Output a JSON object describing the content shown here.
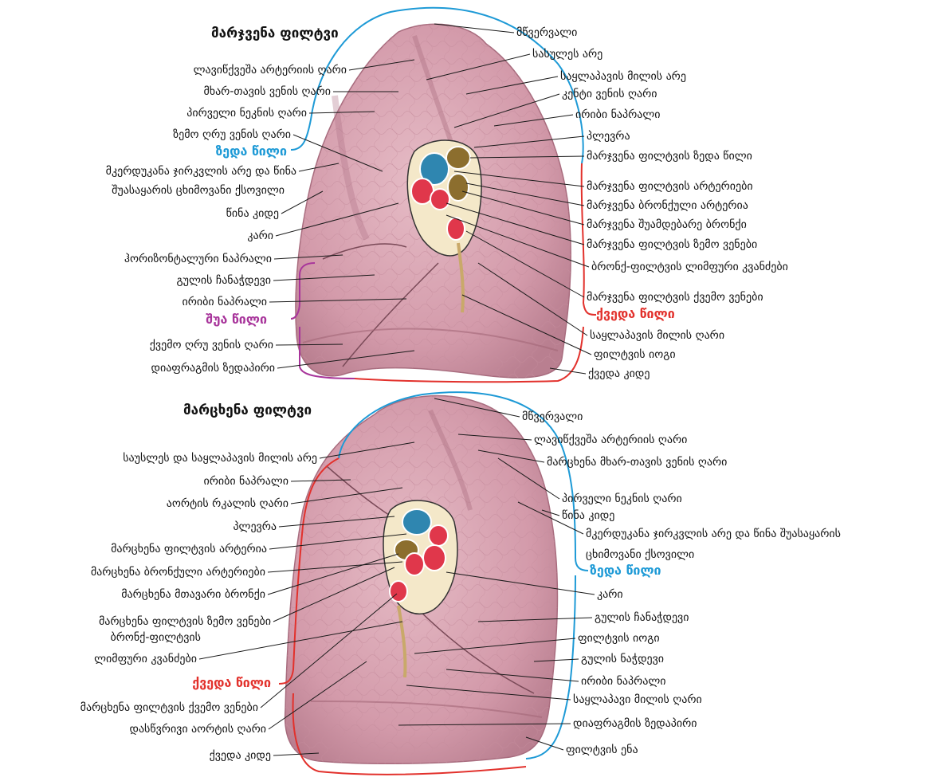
{
  "colors": {
    "lung_tissue": "#d8a5b2",
    "lung_shadow": "#b77a8c",
    "pleura": "#f3e7c8",
    "artery": "#e0374b",
    "vein": "#2f86b0",
    "bronchus": "#8c6e2e",
    "bracket_upper": "#1e9ad6",
    "bracket_lower": "#e2312c",
    "bracket_middle": "#a8359b"
  },
  "right_lung": {
    "title": "მარჯვენა ფილტვი",
    "left_labels": [
      "ლავიწქვეშა არტერიის ღარი",
      "მხარ-თავის ვენის ღარი",
      "პირველი ნეკნის ღარი",
      "ზემო ღრუ ვენის ღარი",
      "მკერდუკანა ჯირკვლის არე და წინა",
      "შუასაყარის  ცხიმოვანი ქსოვილი",
      "წინა კიდე",
      "კარი",
      "ჰორიზონტალური ნაპრალი",
      "გულის ჩანაჭდევი",
      "ირიბი ნაპრალი",
      "ქვემო ღრუ ვენის ღარი",
      "დიაფრაგმის ზედაპირი"
    ],
    "right_labels": [
      "მწვერვალი",
      "სასულეს არე",
      "საყლაპავის მილის არე",
      "კენტი ვენის ღარი",
      "ირიბი ნაპრალი",
      "პლევრა",
      "მარჯვენა ფილტვის ზედა წილი",
      "მარჯვენა ფილტვის  არტერიები",
      "მარჯვენა ბრონქული არტერია",
      "მარჯვენა შუამდებარე ბრონქი",
      "მარჯვენა  ფილტვის ზემო ვენები",
      "ბრონქ-ფილტვის ლიმფური კვანძები",
      "მარჯვენა  ფილტვის ქვემო ვენები",
      "საყლაპავის მილის ღარი",
      "ფილტვის იოგი",
      "ქვედა კიდე"
    ],
    "lobes": {
      "upper": "ზედა წილი",
      "middle": "შუა წილი",
      "lower": "ქვედა წილი"
    }
  },
  "left_lung": {
    "title": "მარცხენა ფილტვი",
    "left_labels": [
      "საუსლეს და საყლაპავის მილის არე",
      "ირიბი ნაპრალი",
      "აორტის რკალის ღარი",
      "პლევრა",
      "მარცხენა ფილტვის  არტერია",
      "მარცხენა ბრონქული არტერიები",
      "მარცხენა მთავარი ბრონქი",
      "მარცხენა ფილტვის ზემო ვენები",
      "ბრონქ-ფილტვის",
      "ლიმფური კვანძები",
      "მარცხენა ფილტვის ქვემო ვენები",
      "დასწვრივი აორტის ღარი",
      "ქვედა კიდე"
    ],
    "right_labels": [
      "მწვერვალი",
      "ლავიწქვეშა არტერიის ღარი",
      "მარცხენა მხარ-თავის ვენის ღარი",
      "პირველი ნეკნის ღარი",
      "წინა კიდე",
      "მკერდუკანა ჯირკვლის არე და წინა შუასაყარის",
      "ცხიმოვანი ქსოვილი",
      "კარი",
      "გულის ჩანაჭდევი",
      "ფილტვის იოგი",
      "გულის ნაჭდევი",
      "ირიბი ნაპრალი",
      "საყლაპავი მილის ღარი",
      "დიაფრაგმის ზედაპირი",
      "ფილტვის ენა"
    ],
    "lobes": {
      "upper": "ზედა წილი",
      "lower": "ქვედა წილი"
    }
  }
}
